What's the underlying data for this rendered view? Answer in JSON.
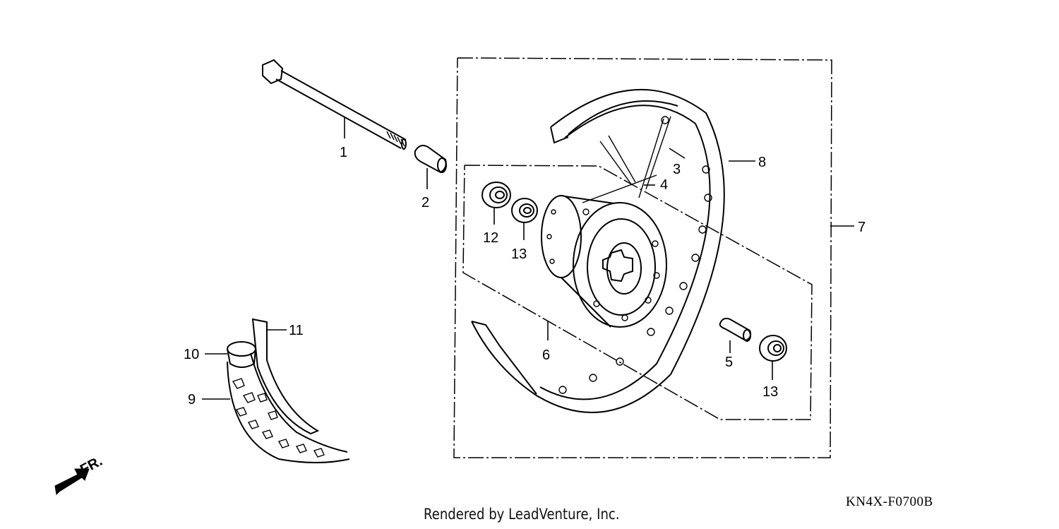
{
  "diagram": {
    "code": "KN4X-F0700B",
    "credit": "Rendered by LeadVenture, Inc.",
    "direction_label": "FR.",
    "callouts": [
      {
        "id": "1",
        "label": "1"
      },
      {
        "id": "2",
        "label": "2"
      },
      {
        "id": "3",
        "label": "3"
      },
      {
        "id": "4",
        "label": "4"
      },
      {
        "id": "5",
        "label": "5"
      },
      {
        "id": "6",
        "label": "6"
      },
      {
        "id": "7",
        "label": "7"
      },
      {
        "id": "8",
        "label": "8"
      },
      {
        "id": "9",
        "label": "9"
      },
      {
        "id": "10",
        "label": "10"
      },
      {
        "id": "11",
        "label": "11"
      },
      {
        "id": "12",
        "label": "12"
      },
      {
        "id": "13a",
        "label": "13"
      },
      {
        "id": "13b",
        "label": "13"
      }
    ]
  }
}
